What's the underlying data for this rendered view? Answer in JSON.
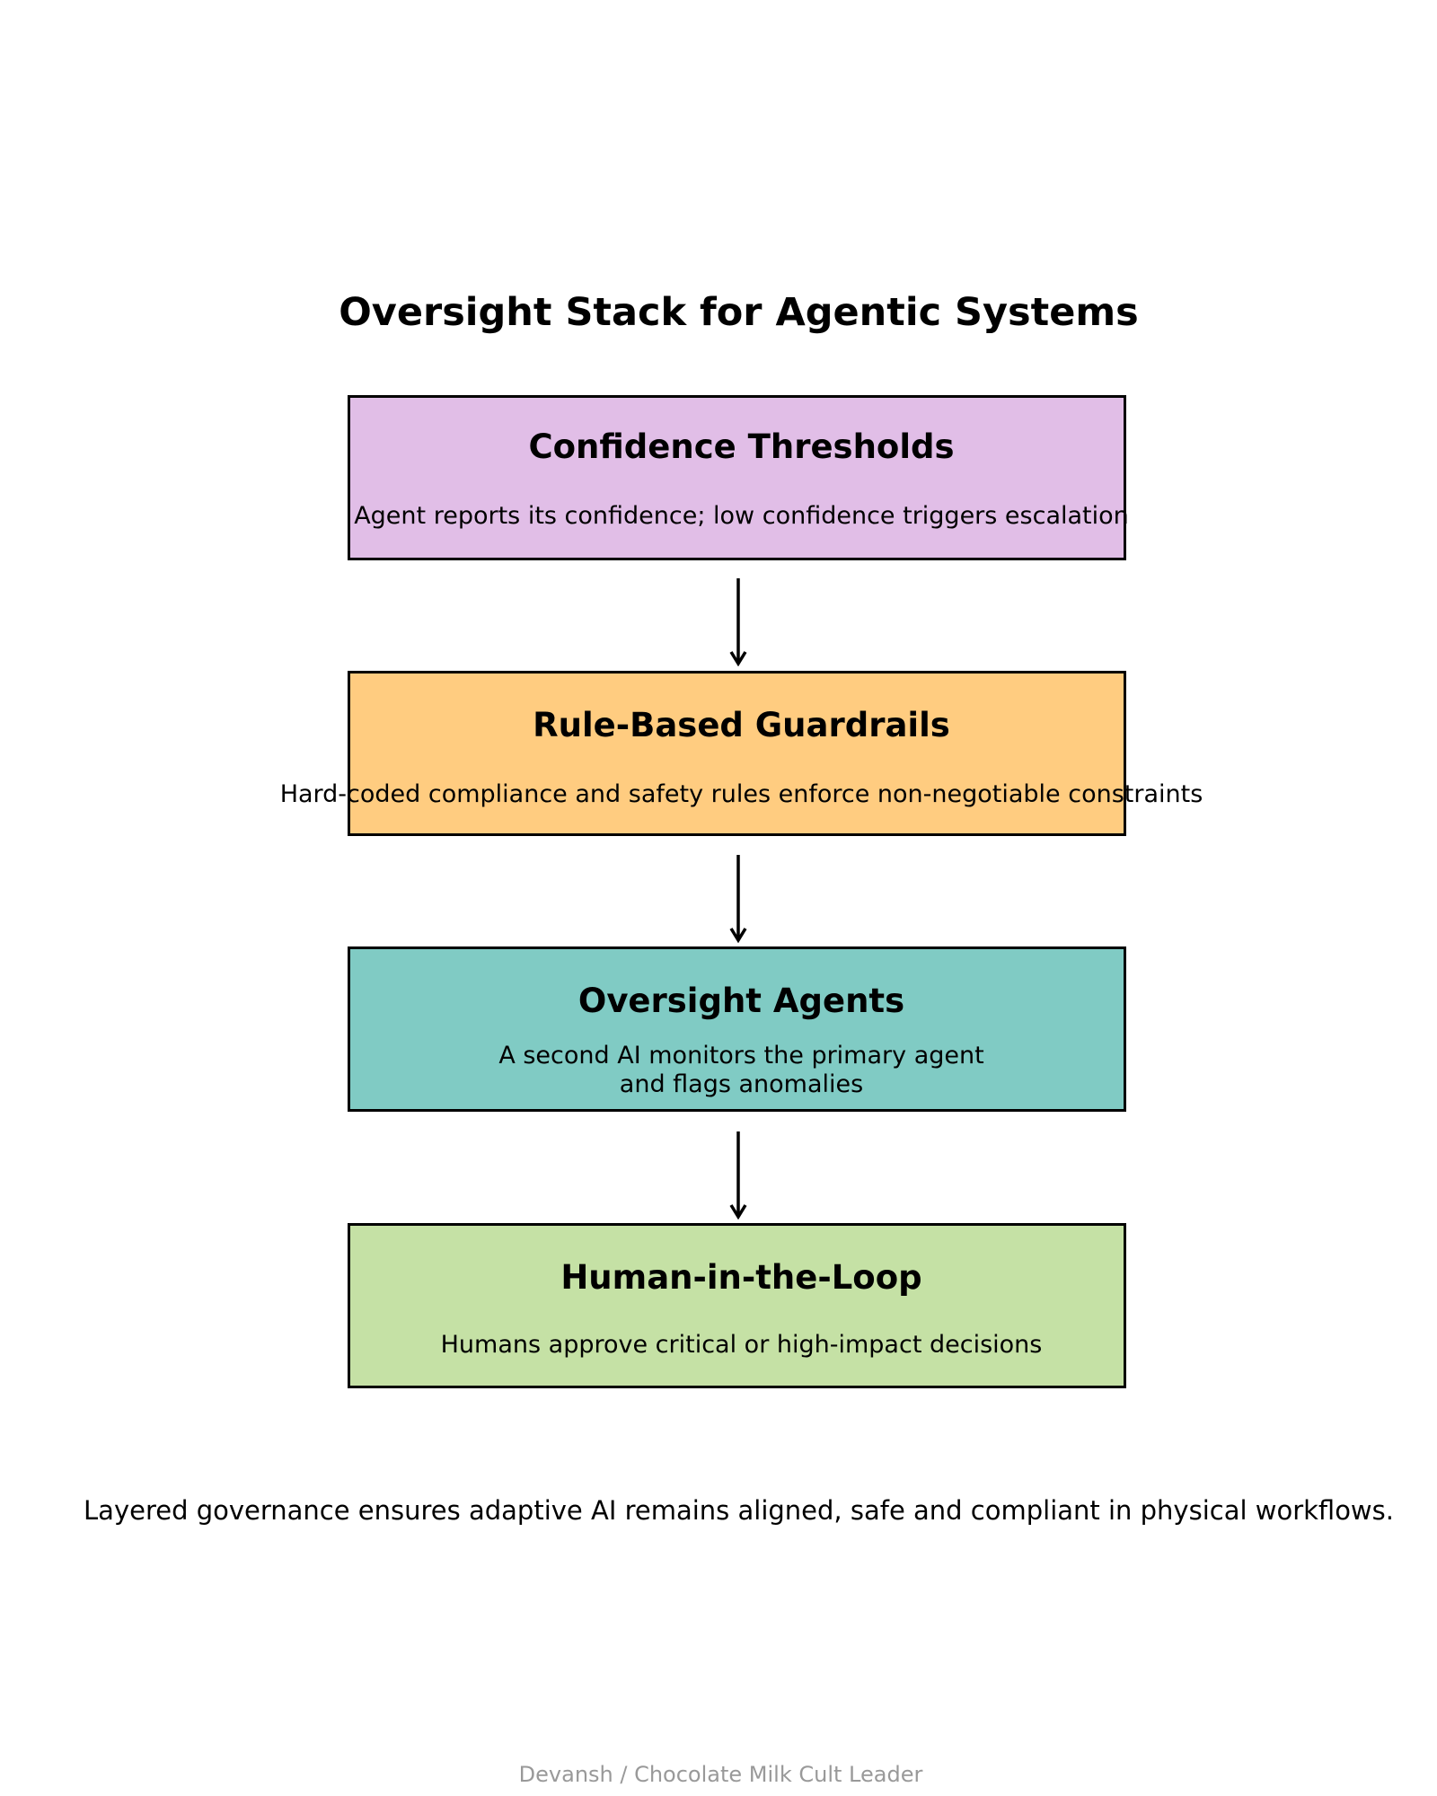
{
  "title": "Oversight Stack for Agentic Systems",
  "layers": [
    {
      "title": "Confidence Thresholds",
      "description": "Agent reports its confidence; low confidence triggers escalation",
      "color": "#e1bee7"
    },
    {
      "title": "Rule-Based Guardrails",
      "description": "Hard-coded compliance and safety rules enforce non-negotiable constraints",
      "color": "#ffcc80"
    },
    {
      "title": "Oversight Agents",
      "description_lines": [
        "A second AI monitors the primary agent",
        "and flags anomalies"
      ],
      "color": "#80cbc4"
    },
    {
      "title": "Human-in-the-Loop",
      "description": "Humans approve critical or high-impact decisions",
      "color": "#c5e1a5"
    }
  ],
  "caption": "Layered governance ensures adaptive AI remains aligned, safe and compliant in physical workflows.",
  "footer": "Devansh / Chocolate Milk Cult Leader"
}
